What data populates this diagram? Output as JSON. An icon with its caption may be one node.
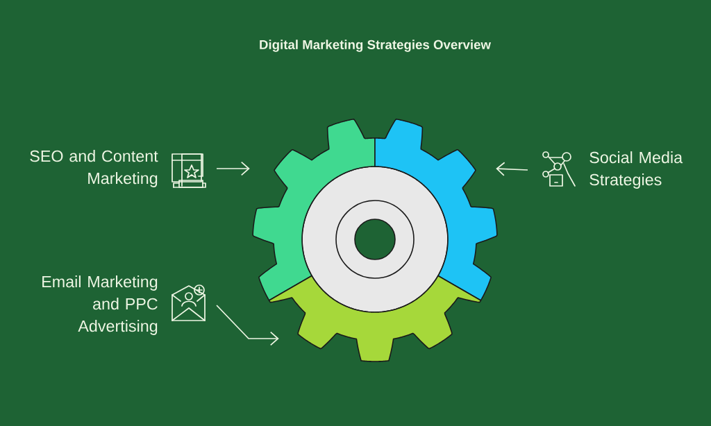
{
  "diagram": {
    "title": "Digital Marketing Strategies Overview",
    "nodes": [
      {
        "text": [
          "SEO and Content Marketing"
        ]
      },
      {
        "text": [
          "Social Media Strategies"
        ]
      },
      {
        "text": [
          "Email Marketing and PPC Advertising"
        ]
      },
      {
        "text": [],
        "shape": "gear"
      },
      {
        "text": [],
        "shape": "gear"
      },
      {
        "text": [],
        "shape": "gear"
      }
    ],
    "edges": [
      {
        "from": 0,
        "to": 3,
        "arrow": "to"
      },
      {
        "from": 1,
        "to": 4,
        "arrow": "to"
      },
      {
        "from": 2,
        "to": 5,
        "arrow": "to"
      }
    ]
  }
}
